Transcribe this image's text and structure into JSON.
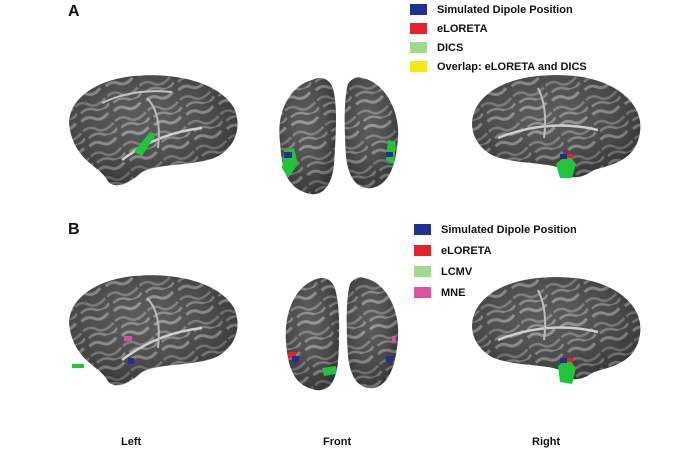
{
  "panel_a": {
    "label": "A",
    "legend": [
      {
        "label": "Simulated Dipole Position",
        "color": "#1f2f93"
      },
      {
        "label": "eLORETA",
        "color": "#e8202a"
      },
      {
        "label": "DICS",
        "color": "#9edb8a"
      },
      {
        "label": "Overlap: eLORETA and DICS",
        "color": "#f5ea10"
      }
    ]
  },
  "panel_b": {
    "label": "B",
    "legend": [
      {
        "label": "Simulated Dipole Position",
        "color": "#1f2f93"
      },
      {
        "label": "eLORETA",
        "color": "#e8202a"
      },
      {
        "label": "LCMV",
        "color": "#9edb8a"
      },
      {
        "label": "MNE",
        "color": "#de4fa6"
      }
    ]
  },
  "views": {
    "left": "Left",
    "front": "Front",
    "right": "Right"
  },
  "colors": {
    "cortex_dark": "#3f3f3f",
    "cortex_light": "#8a8a8a",
    "source_green": "#22c43a"
  }
}
